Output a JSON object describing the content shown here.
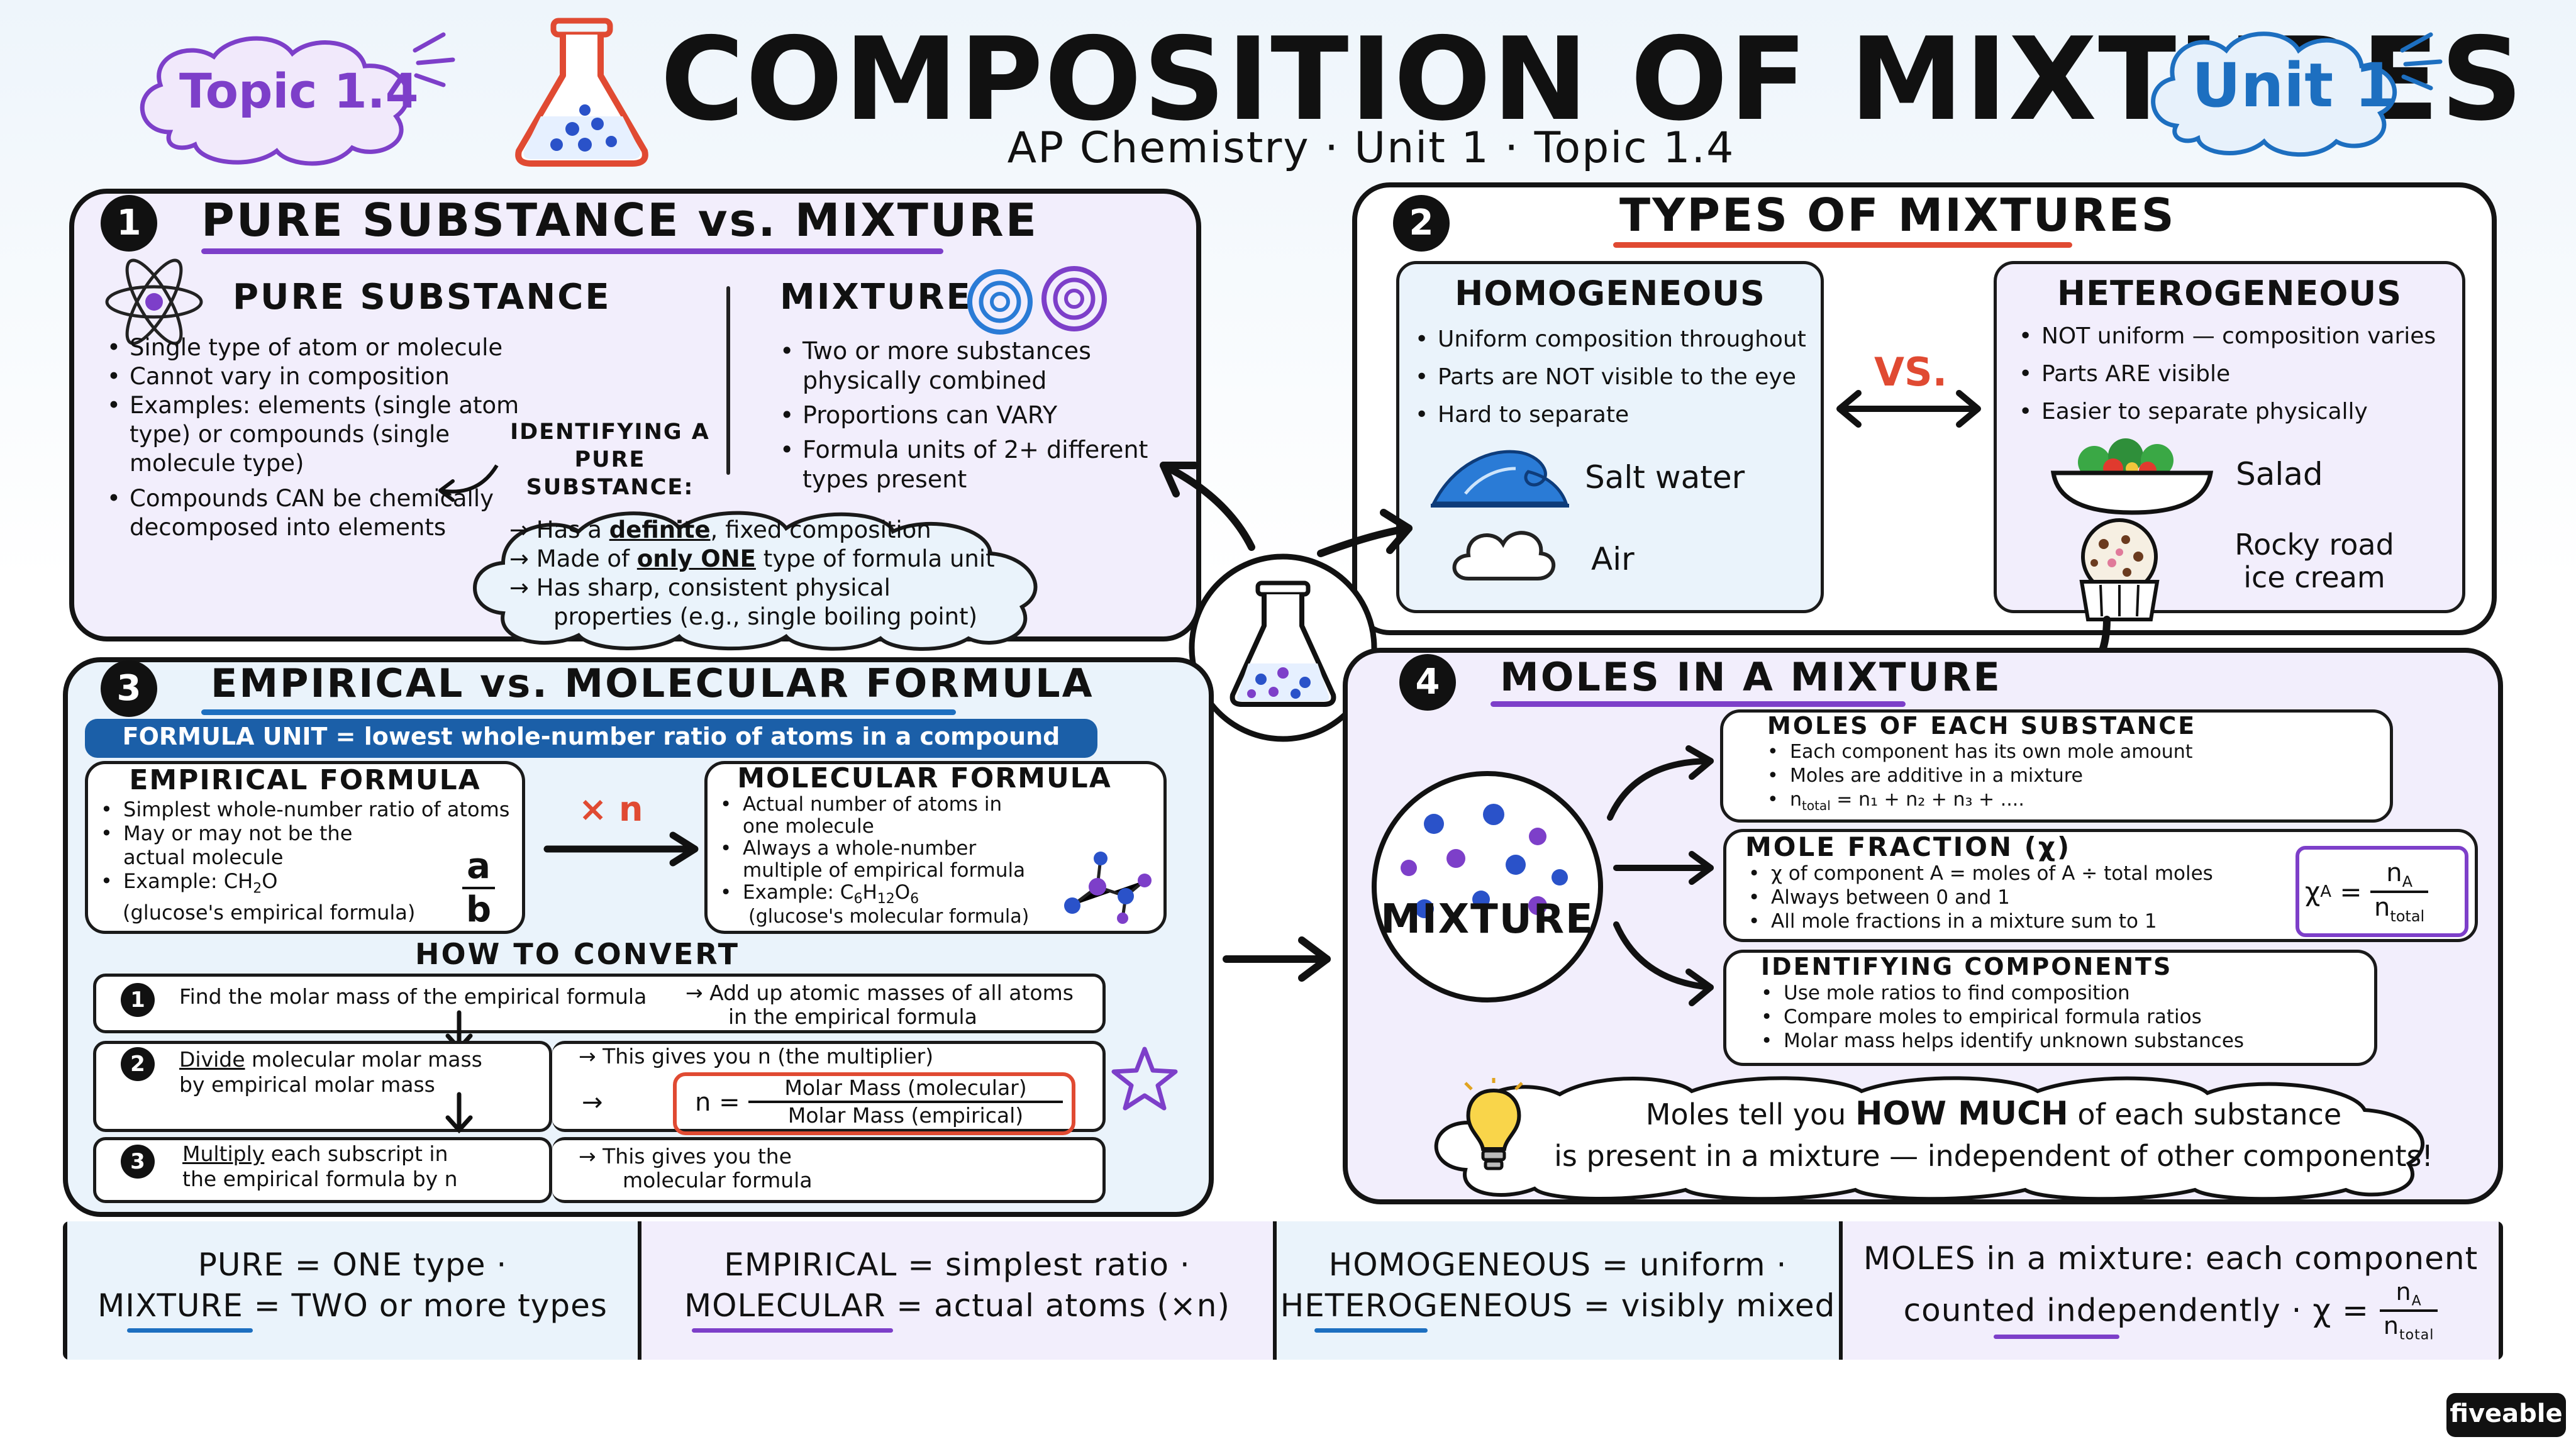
{
  "header": {
    "title": "COMPOSITION OF MIXTURES",
    "subtitle": "AP Chemistry · Unit 1 · Topic 1.4",
    "topic_badge": "Topic 1.4",
    "unit_badge": "Unit 1"
  },
  "panel1": {
    "num": "1",
    "title": "PURE SUBSTANCE vs. MIXTURE",
    "pure": {
      "title": "PURE SUBSTANCE",
      "bullets": [
        "Single type of atom or molecule",
        "Cannot vary in composition",
        "Examples: elements (single atom type) or compounds (single molecule type)",
        "Compounds CAN be chemically decomposed into elements"
      ]
    },
    "mixture": {
      "title": "MIXTURE",
      "bullets": [
        "Two or more substances physically combined",
        "Proportions can VARY",
        "Formula units of 2+ different types present"
      ]
    },
    "identify_label": "IDENTIFYING A PURE SUBSTANCE:",
    "cloud": {
      "l1_a": "Has a ",
      "l1_b": "definite",
      "l1_c": ", fixed composition",
      "l2_a": "Made of ",
      "l2_b": "only ONE",
      "l2_c": " type of formula unit",
      "l3": "Has sharp, consistent physical",
      "l4": "properties (e.g., single boiling point)"
    }
  },
  "panel2": {
    "num": "2",
    "title": "TYPES OF MIXTURES",
    "vs": "VS.",
    "homo": {
      "title": "HOMOGENEOUS",
      "bullets": [
        "Uniform composition throughout",
        "Parts are NOT visible to the eye",
        "Hard to separate"
      ],
      "ex1": "Salt water",
      "ex2": "Air"
    },
    "hetero": {
      "title": "HETEROGENEOUS",
      "bullets": [
        "NOT uniform — composition varies",
        "Parts ARE visible",
        "Easier to separate physically"
      ],
      "ex1": "Salad",
      "ex2a": "Rocky road",
      "ex2b": "ice cream"
    }
  },
  "panel3": {
    "num": "3",
    "title": "EMPIRICAL vs. MOLECULAR FORMULA",
    "banner": "FORMULA UNIT = lowest whole-number ratio of atoms in a compound",
    "empirical": {
      "title": "EMPIRICAL FORMULA",
      "b1": "Simplest whole-number ratio of atoms",
      "b2a": "May or may not be the",
      "b2b": "actual molecule",
      "b3_label": "Example: ",
      "b3_formula": "CH",
      "b3_sub": "2",
      "b3_end": "O",
      "note": "(glucose's empirical formula)",
      "frac_n": "a",
      "frac_d": "b"
    },
    "multiplier": "× n",
    "molecular": {
      "title": "MOLECULAR FORMULA",
      "b1a": "Actual number of atoms in",
      "b1b": "one molecule",
      "b2a": "Always a whole-number",
      "b2b": "multiple of empirical formula",
      "b3_label": "Example: ",
      "c": "C",
      "c_sub": "6",
      "h": "H",
      "h_sub": "12",
      "o": "O",
      "o_sub": "6",
      "note": "(glucose's molecular formula)"
    },
    "convert_title": "HOW TO CONVERT",
    "step1": {
      "num": "1",
      "text": "Find the molar mass of the empirical formula",
      "note_a": "→ Add up atomic masses of all atoms",
      "note_b": "in the empirical formula"
    },
    "step2": {
      "num": "2",
      "text_a": "Divide",
      "text_b": " molecular molar mass",
      "text_c": "by empirical molar mass",
      "note": "→ This gives you n (the multiplier)",
      "eq_lhs": "n =",
      "eq_num": "Molar Mass (molecular)",
      "eq_den": "Molar Mass (empirical)"
    },
    "step3": {
      "num": "3",
      "text_a": "Multiply",
      "text_b": " each subscript in",
      "text_c": "the empirical formula by n",
      "note_a": "→ This gives you the",
      "note_b": "molecular formula"
    }
  },
  "panel4": {
    "num": "4",
    "title": "MOLES IN A MIXTURE",
    "mixture_label": "MIXTURE",
    "box1": {
      "title": "MOLES OF EACH SUBSTANCE",
      "b1": "Each component has its own mole amount",
      "b2": "Moles are additive in a mixture",
      "b3_n": "n",
      "b3_sub": "total",
      "b3_rest": " = n₁ + n₂ + n₃ + ...."
    },
    "box2": {
      "title": "MOLE FRACTION (χ)",
      "b1": "χ of component A = moles of A ÷ total moles",
      "b2": "Always between 0 and 1",
      "b3": "All mole fractions in a mixture sum to 1",
      "eq_chi": "χ",
      "eq_chi_sub": "A",
      "eq_eq": " =",
      "eq_num": "n",
      "eq_num_sub": "A",
      "eq_den": "n",
      "eq_den_sub": "total"
    },
    "box3": {
      "title": "IDENTIFYING COMPONENTS",
      "b1": "Use mole ratios to find composition",
      "b2": "Compare moles to empirical formula ratios",
      "b3": "Molar mass helps identify unknown substances"
    },
    "cloud_a": "Moles tell you ",
    "cloud_b": "HOW MUCH",
    "cloud_c": " of each substance",
    "cloud_d": "is present in a mixture — independent of other components!"
  },
  "summary": {
    "s1a": "PURE = ONE type ·",
    "s1b": "MIXTURE = TWO or more types",
    "s2a": "EMPIRICAL = simplest ratio ·",
    "s2b": "MOLECULAR = actual atoms (×n)",
    "s3a": "HOMOGENEOUS = uniform ·",
    "s3b": "HETEROGENEOUS = visibly mixed",
    "s4a": "MOLES in a mixture: each component",
    "s4b": "counted independently · χ =",
    "s4_num": "n",
    "s4_num_sub": "A",
    "s4_den": "n",
    "s4_den_sub": "total"
  },
  "brand": "fiveable",
  "colors": {
    "purple": "#7d3fc9",
    "blue": "#1d6fc0",
    "red": "#e04a32",
    "panel_purple": "#f2eefc",
    "panel_blue": "#eaf3fb",
    "banner_blue": "#1b5fa8"
  }
}
